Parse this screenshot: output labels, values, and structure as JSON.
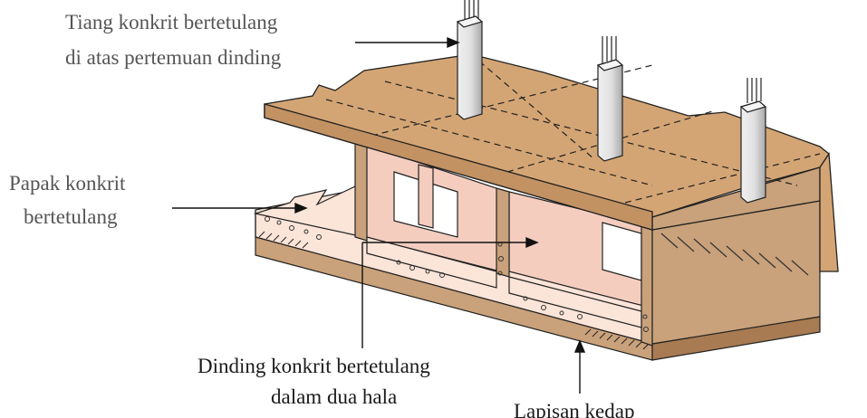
{
  "labels": {
    "column_line1": "Tiang konkrit bertetulang",
    "column_line2": "di atas pertemuan dinding",
    "slab_line1": "Papak konkrit",
    "slab_line2": "bertetulang",
    "wall_line1": "Dinding konkrit bertetulang",
    "wall_line2": "dalam dua hala",
    "membrane": "Lapisan kedap"
  },
  "colors": {
    "slab_top": "#d4a574",
    "slab_edge": "#b8895c",
    "wall_face": "#c9a17a",
    "interior": "#fbe4d8",
    "interior_dark": "#f4cdbf",
    "base_band": "#a87b52",
    "column": "#e4e4e4",
    "column_shade": "#b8b8b8",
    "outline": "#222222"
  }
}
